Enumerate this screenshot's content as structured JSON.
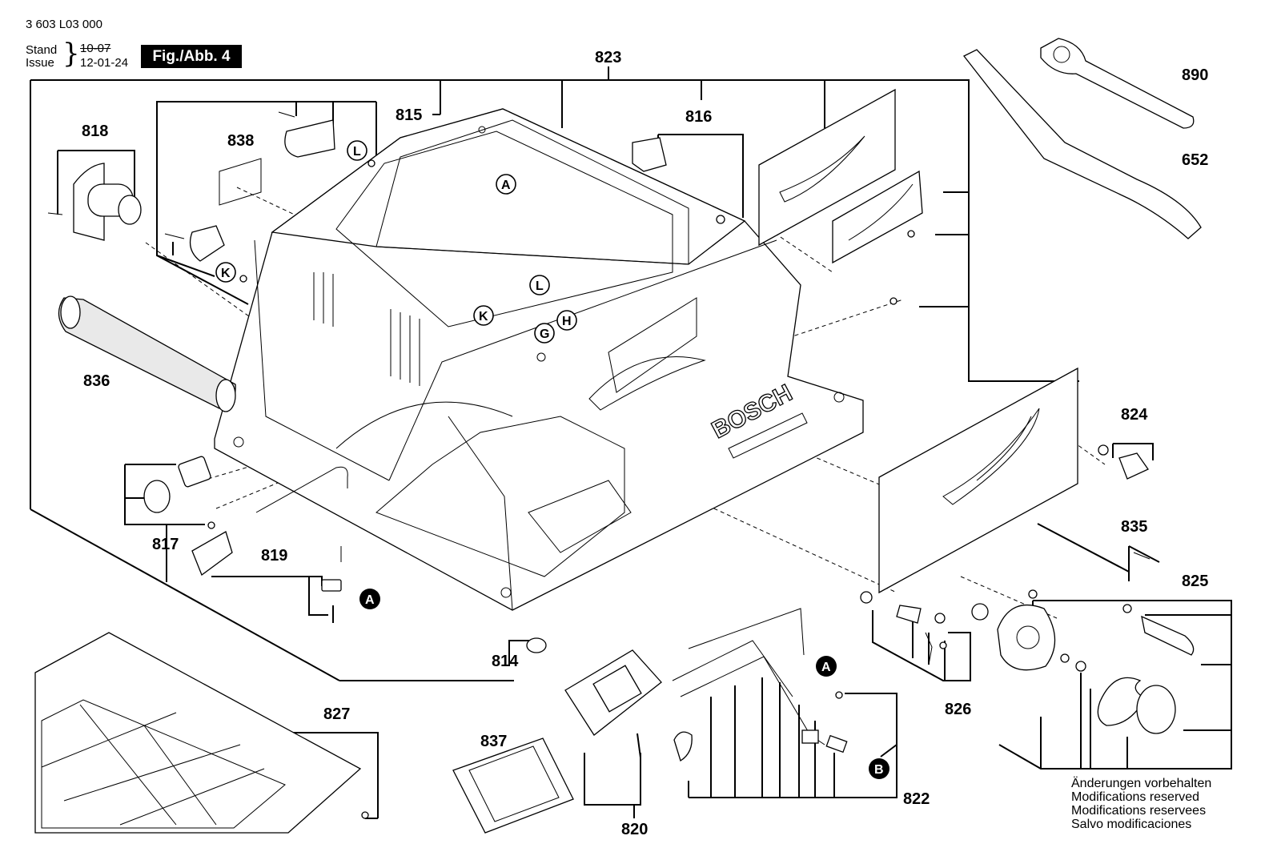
{
  "header": {
    "doc_number": "3 603 L03 000",
    "stand_label": "Stand",
    "issue_label": "Issue",
    "brace": "}",
    "stand_date": "10-07",
    "issue_date": "12-01-24",
    "figure_label": "Fig./Abb. 4"
  },
  "part_numbers": {
    "p823": "823",
    "p815": "815",
    "p816": "816",
    "p818": "818",
    "p838": "838",
    "p836": "836",
    "p890": "890",
    "p652": "652",
    "p824": "824",
    "p835": "835",
    "p825": "825",
    "p826": "826",
    "p817": "817",
    "p819": "819",
    "p814": "814",
    "p827": "827",
    "p837": "837",
    "p820": "820",
    "p822": "822"
  },
  "callouts": {
    "A": "A",
    "L": "L",
    "K": "K",
    "G": "G",
    "H": "H",
    "B": "B"
  },
  "brand_mark": "BOSCH",
  "notes": [
    "Änderungen vorbehalten",
    "Modifications reserved",
    "Modifications reservees",
    "Salvo modificaciones"
  ]
}
